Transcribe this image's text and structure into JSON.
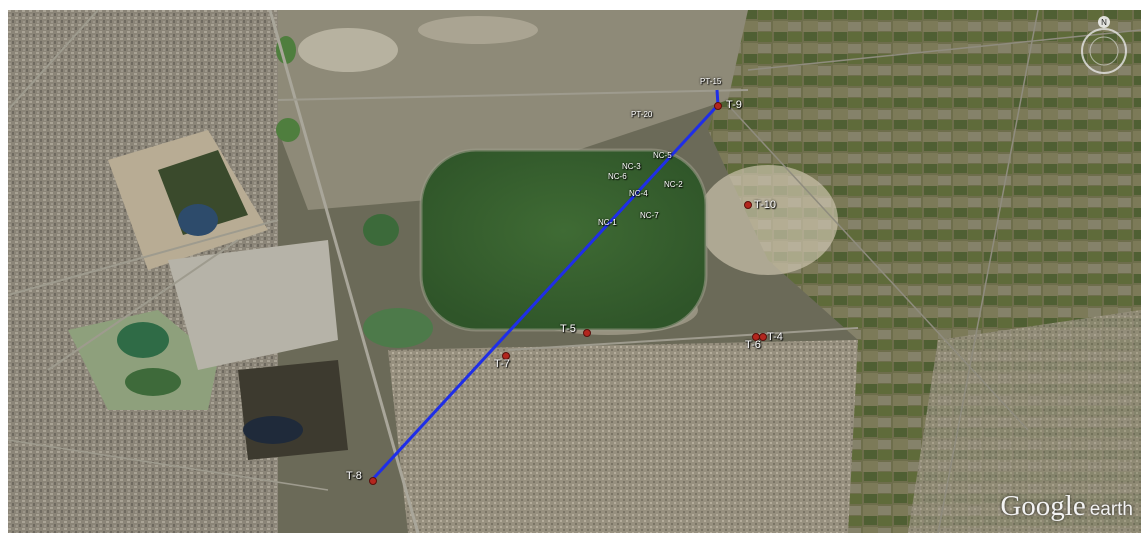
{
  "map": {
    "brand": {
      "primary": "Google",
      "secondary": "earth"
    },
    "compass": {
      "north_label": "N",
      "icon": "compass-rose-icon"
    },
    "route_color": "#1f2ee8",
    "marker_color": "#b3261e",
    "points": {
      "pt15": "PT-15",
      "t9": "T-9",
      "pt20": "PT-20",
      "nc5": "NC-5",
      "nc3": "NC-3",
      "nc6": "NC-6",
      "nc4": "NC-4",
      "nc2": "NC-2",
      "nc7": "NC-7",
      "nc1": "NC-1",
      "t10": "T-10",
      "t5": "T-5",
      "t4": "T-4",
      "t6": "T-6",
      "t7": "T-7",
      "t8": "T-8"
    }
  }
}
